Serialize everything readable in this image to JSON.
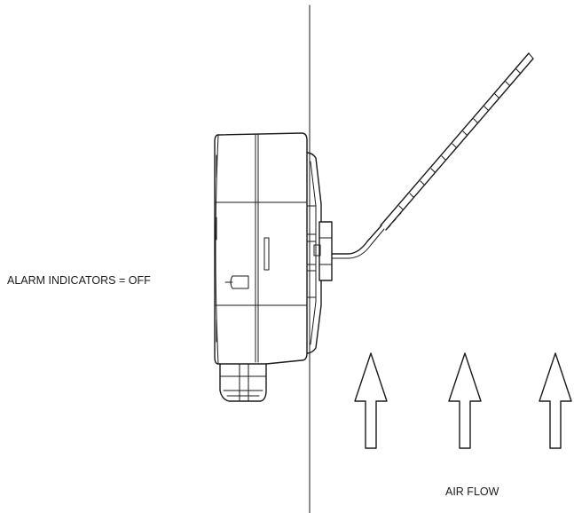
{
  "labels": {
    "alarm_indicators": "ALARM INDICATORS = OFF",
    "air_flow": "AIR FLOW"
  },
  "colors": {
    "line": "#1a1a1a",
    "background": "#ffffff"
  },
  "arrows": {
    "count": 3,
    "direction": "up"
  }
}
